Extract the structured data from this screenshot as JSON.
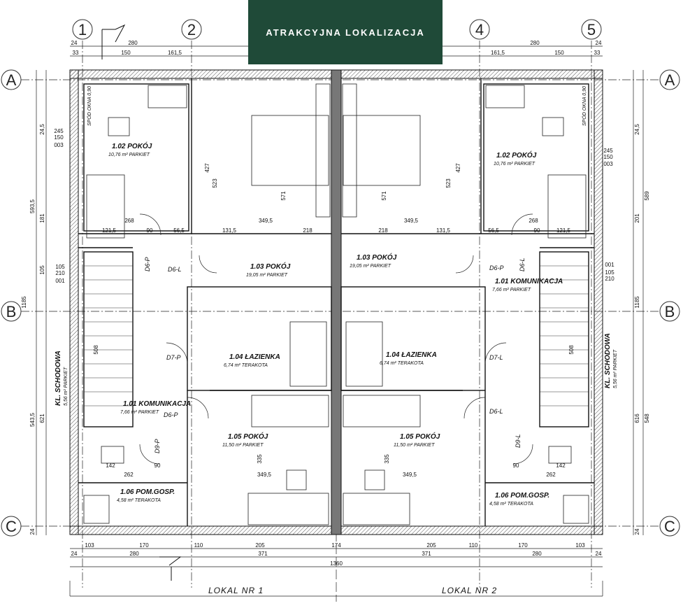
{
  "banner": {
    "text": "ATRAKCYJNA LOKALIZACJA",
    "color": "#1f4a38"
  },
  "axes": {
    "columns": [
      "1",
      "2",
      "4",
      "5"
    ],
    "rows": [
      "A",
      "B",
      "C"
    ]
  },
  "top_dims": {
    "row1": [
      "24",
      "280",
      "280",
      "24"
    ],
    "row2": [
      "33",
      "150",
      "161,5",
      "161,5",
      "150",
      "33"
    ]
  },
  "bottom_dims": {
    "row1": [
      "103",
      "170",
      "110",
      "205",
      "174",
      "205",
      "110",
      "170",
      "103"
    ],
    "row2": [
      "24",
      "280",
      "371",
      "371",
      "280",
      "24"
    ],
    "total": "1360"
  },
  "left_dims": [
    "593,5",
    "24,5",
    "181",
    "105",
    "1185",
    "543,5",
    "621",
    "24"
  ],
  "right_dims": [
    "24,5",
    "589",
    "201",
    "1185",
    "548",
    "616",
    "24"
  ],
  "lokale": [
    "LOKAL NR 1",
    "LOKAL NR 2"
  ],
  "rooms": [
    {
      "id": "1.02",
      "name": "POKÓJ",
      "area": "10,76 m²",
      "floor": "PARKIET"
    },
    {
      "id": "1.03",
      "name": "POKÓJ",
      "area": "19,05 m²",
      "floor": "PARKIET"
    },
    {
      "id": "1.03",
      "name": "POKÓJ",
      "area": "19,05 m²",
      "floor": "PARKIET"
    },
    {
      "id": "1.02",
      "name": "POKÓJ",
      "area": "10,76 m²",
      "floor": "PARKIET"
    },
    {
      "id": "1.01",
      "name": "KOMUNIKACJA",
      "area": "7,66 m²",
      "floor": "PARKIET"
    },
    {
      "id": "1.04",
      "name": "ŁAZIENKA",
      "area": "6,74 m²",
      "floor": "TERAKOTA"
    },
    {
      "id": "1.04",
      "name": "ŁAZIENKA",
      "area": "6,74 m²",
      "floor": "TERAKOTA"
    },
    {
      "id": "1.01",
      "name": "KOMUNIKACJA",
      "area": "7,66 m²",
      "floor": "PARKIET"
    },
    {
      "id": "1.05",
      "name": "POKÓJ",
      "area": "11,50 m²",
      "floor": "PARKIET"
    },
    {
      "id": "1.05",
      "name": "POKÓJ",
      "area": "11,50 m²",
      "floor": "PARKIET"
    },
    {
      "id": "1.06",
      "name": "POM.GOSP.",
      "area": "4,58 m²",
      "floor": "TERAKOTA"
    },
    {
      "id": "1.06",
      "name": "POM.GOSP.",
      "area": "4,58 m²",
      "floor": "TERAKOTA"
    }
  ],
  "stairs": [
    {
      "name": "KL. SCHODOWA",
      "area": "5,56 m²",
      "floor": "PARKIET"
    },
    {
      "name": "KL. SCHODOWA",
      "area": "5,56 m²",
      "floor": "PARKIET"
    }
  ],
  "doors": [
    "D6-P",
    "D6-L",
    "D6-L",
    "D6-P",
    "D7-P",
    "D7-L",
    "D6-P",
    "D6-L",
    "D9-P",
    "D9-L"
  ],
  "window_labels": [
    "SPÓD OKNA 0,90",
    "SPÓD OKNA 0,90"
  ],
  "inner_dims": [
    "349,5",
    "218",
    "218",
    "349,5",
    "131,5",
    "131,5",
    "90",
    "90",
    "121,5",
    "121,5",
    "268",
    "268",
    "56,5",
    "56,5",
    "427",
    "523",
    "571",
    "571",
    "523",
    "427",
    "335",
    "335",
    "349,5",
    "349,5",
    "90",
    "90",
    "262",
    "262",
    "142",
    "142",
    "508",
    "508",
    "245",
    "150",
    "003",
    "245",
    "150",
    "003",
    "105",
    "210",
    "001",
    "105",
    "210",
    "001"
  ]
}
